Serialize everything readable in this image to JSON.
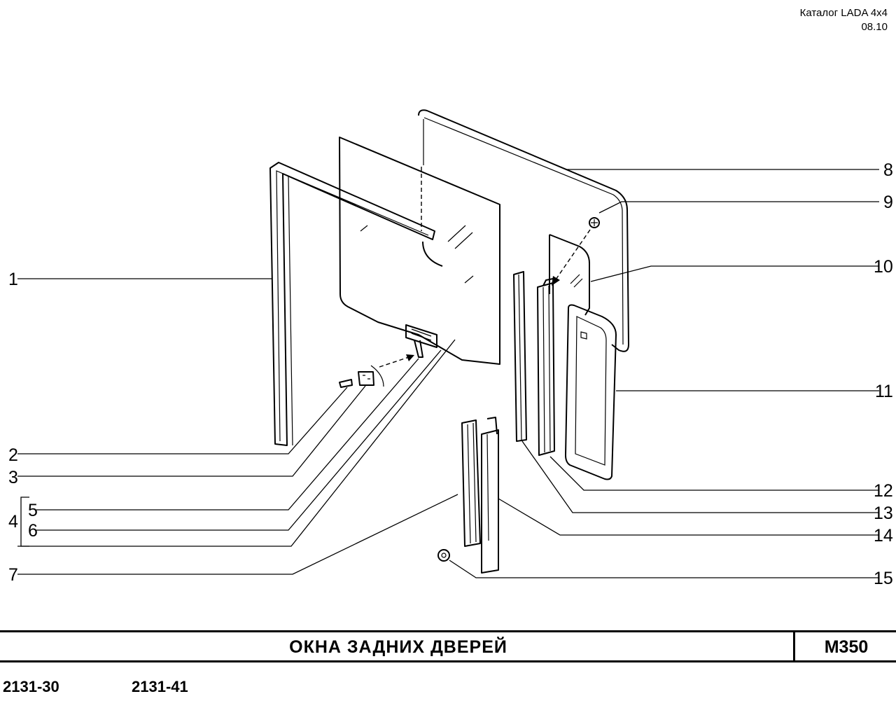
{
  "header": {
    "catalog": "Каталог  LADA  4x4",
    "date": "08.10"
  },
  "callouts": [
    "1",
    "2",
    "3",
    "4",
    "5",
    "6",
    "7",
    "8",
    "9",
    "10",
    "11",
    "12",
    "13",
    "14",
    "15"
  ],
  "footer": {
    "title": "ОКНА   ЗАДНИХ   ДВЕРЕЙ",
    "code": "M350",
    "models": [
      "2131-30",
      "2131-41"
    ]
  }
}
